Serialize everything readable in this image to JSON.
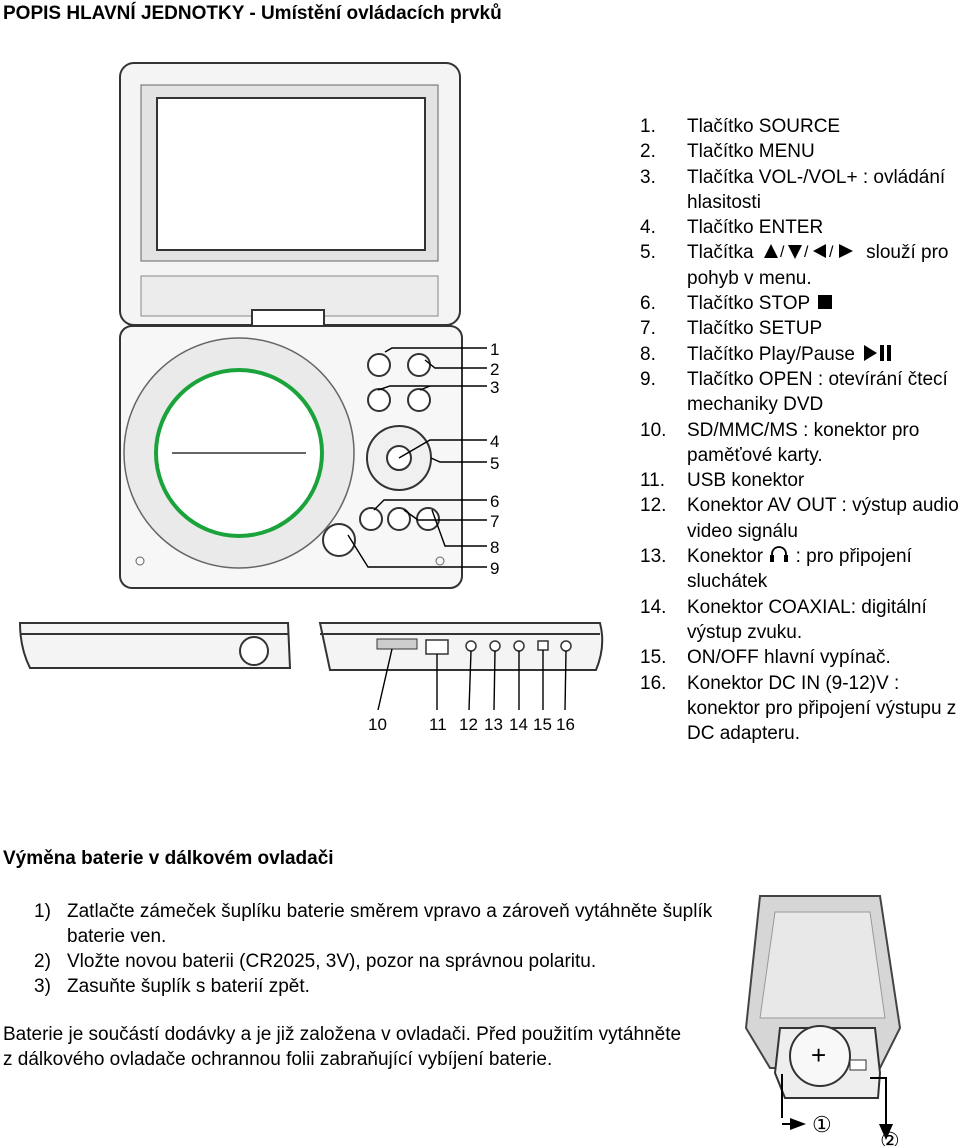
{
  "title": "POPIS HLAVNÍ JEDNOTKY - Umístění ovládacích prvků",
  "diagram_callouts": [
    "1",
    "2",
    "3",
    "4",
    "5",
    "6",
    "7",
    "8",
    "9",
    "10",
    "11",
    "12",
    "13",
    "14",
    "15",
    "16"
  ],
  "legend": [
    {
      "num": "1.",
      "text": "Tlačítko SOURCE"
    },
    {
      "num": "2.",
      "text": "Tlačítko MENU"
    },
    {
      "num": "3.",
      "text": "Tlačítka VOL-/VOL+ : ovládání hlasitosti"
    },
    {
      "num": "4.",
      "text": "Tlačítko ENTER"
    },
    {
      "num": "5.",
      "text_a": "Tlačítka",
      "text_b": "slouží pro pohyb v menu.",
      "icon": "arrow-keys-icon"
    },
    {
      "num": "6.",
      "text": "Tlačítko STOP",
      "icon": "stop-icon"
    },
    {
      "num": "7.",
      "text": "Tlačítko SETUP"
    },
    {
      "num": "8.",
      "text": "Tlačítko Play/Pause",
      "icon": "play-pause-icon"
    },
    {
      "num": "9.",
      "text": "Tlačítko OPEN : otevírání čtecí mechaniky DVD"
    },
    {
      "num": "10.",
      "text": "SD/MMC/MS : konektor pro paměťové karty."
    },
    {
      "num": "11.",
      "text": "USB konektor"
    },
    {
      "num": "12.",
      "text": "Konektor AV OUT : výstup audio video signálu"
    },
    {
      "num": "13.",
      "text_a": "Konektor",
      "text_b": ": pro připojení sluchátek",
      "icon": "headphones-icon"
    },
    {
      "num": "14.",
      "text": "Konektor COAXIAL: digitální výstup zvuku."
    },
    {
      "num": "15.",
      "text": "ON/OFF  hlavní vypínač."
    },
    {
      "num": "16.",
      "text": "Konektor DC IN (9-12)V : konektor pro připojení výstupu z DC adapteru."
    }
  ],
  "section2_title": "Výměna baterie v dálkovém ovladači",
  "steps": [
    {
      "n": "1)",
      "text": "Zatlačte zámeček šuplíku baterie směrem vpravo a zároveň vytáhněte šuplík baterie ven."
    },
    {
      "n": "2)",
      "text": "Vložte novou baterii (CR2025, 3V), pozor na správnou polaritu."
    },
    {
      "n": "3)",
      "text": "Zasuňte šuplík s baterií zpět."
    }
  ],
  "note": "Baterie je součástí dodávky a je již založena v ovladači. Před použitím vytáhněte z dálkového ovladače ochrannou folii zabraňující vybíjení baterie.",
  "remote_labels": {
    "plus": "+",
    "step1": "①",
    "step2": "②"
  },
  "colors": {
    "disc_ring": "#1aa33a",
    "device_outline": "#333333",
    "device_fill": "#f4f4f4"
  }
}
